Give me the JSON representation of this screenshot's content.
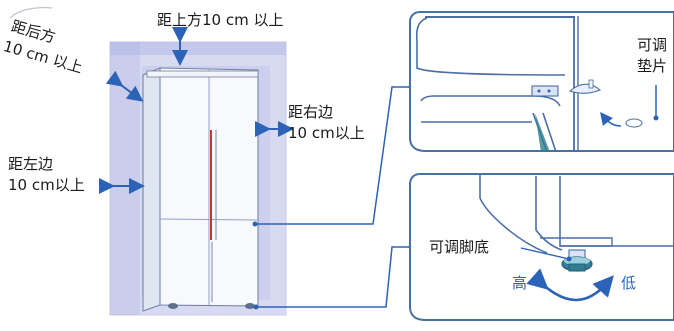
{
  "labels": {
    "back_title": "距后方",
    "back_value": "10 cm 以上",
    "top": "距上方10 cm 以上",
    "right_title": "距右边",
    "right_value": "10 cm以上",
    "left_title": "距左边",
    "left_value": "10 cm以上",
    "adjustable_shim_line1": "可调",
    "adjustable_shim_line2": "垫片",
    "adjustable_foot": "可调脚底",
    "high": "高",
    "low": "低"
  },
  "colors": {
    "accent": "#2b63b8",
    "panel_outline": "#4a6fa5",
    "box_fill": "#b9bde8",
    "box_outline": "#9a9ed8"
  },
  "icons": {
    "up_down_arrow": "double-arrow-icon",
    "left_right_arrow": "double-arrow-icon",
    "curved_arrow": "curved-arrow-icon"
  }
}
